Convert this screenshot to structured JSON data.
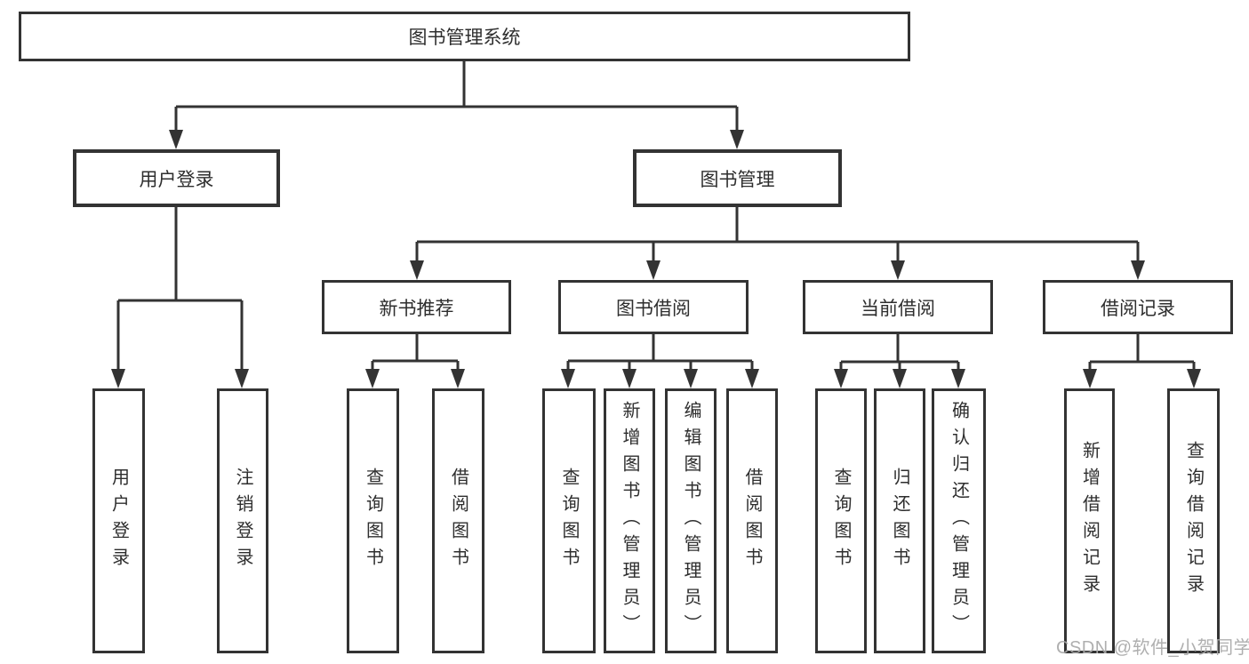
{
  "page": {
    "watermark": "CSDN @软件_小贺同学"
  },
  "colors": {
    "line": "#333333",
    "box_border": "#333333",
    "box_background": "#ffffff",
    "text": "#2e2e2e",
    "watermark": "#a8a8a8"
  },
  "tree": {
    "root": {
      "label": "图书管理系统"
    },
    "children": [
      {
        "label": "用户登录",
        "children": [
          "用户登录",
          "注销登录"
        ]
      },
      {
        "label": "图书管理",
        "children": [
          {
            "label": "新书推荐",
            "children": [
              "查询图书",
              "借阅图书"
            ]
          },
          {
            "label": "图书借阅",
            "children": [
              "查询图书",
              "新增图书（管理员）",
              "编辑图书（管理员）",
              "借阅图书"
            ]
          },
          {
            "label": "当前借阅",
            "children": [
              "查询图书",
              "归还图书",
              "确认归还（管理员）"
            ]
          },
          {
            "label": "借阅记录",
            "children": [
              "新增借阅记录",
              "查询借阅记录"
            ]
          }
        ]
      }
    ]
  }
}
